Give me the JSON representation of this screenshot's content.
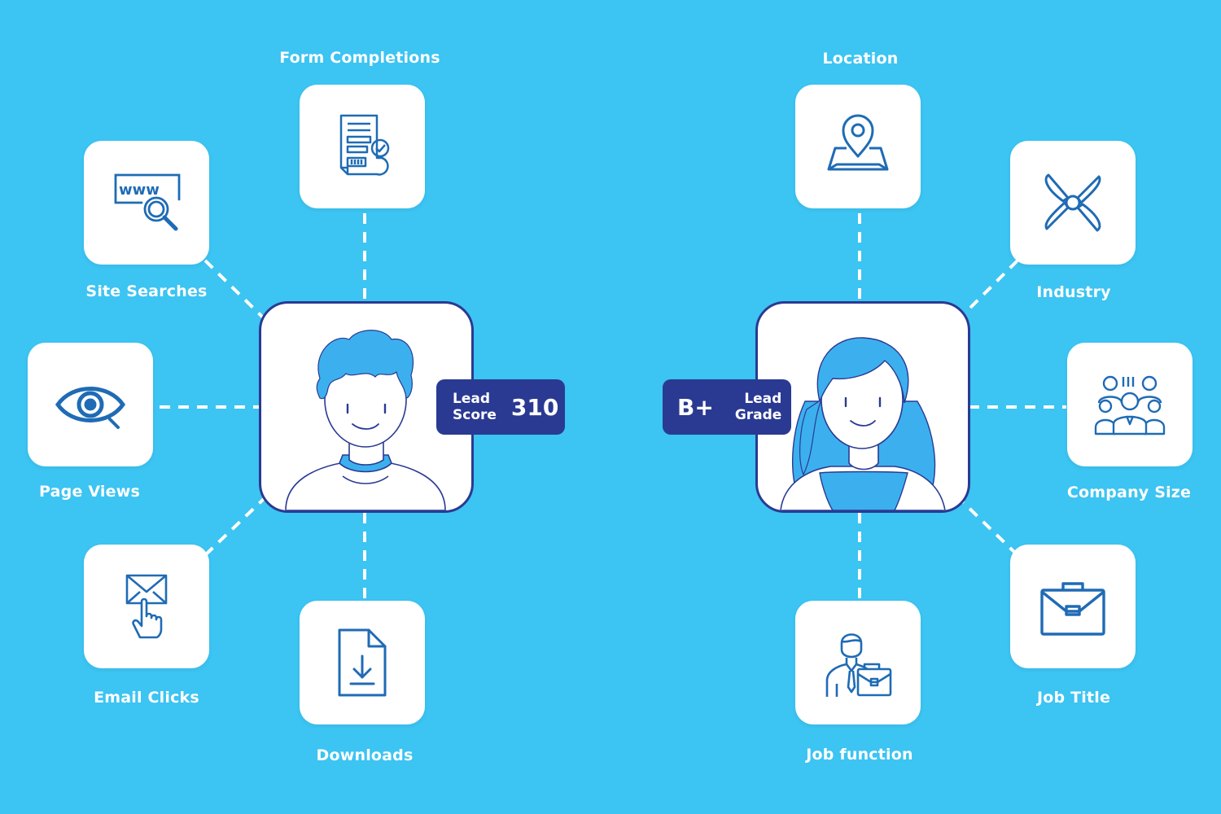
{
  "left": {
    "nodes": [
      {
        "label": "Form Completions",
        "icon": "form-icon"
      },
      {
        "label": "Site Searches",
        "icon": "www-search-icon"
      },
      {
        "label": "Page Views",
        "icon": "eye-icon"
      },
      {
        "label": "Email Clicks",
        "icon": "email-click-icon"
      },
      {
        "label": "Downloads",
        "icon": "download-icon"
      }
    ],
    "badge": {
      "line1": "Lead",
      "line2": "Score",
      "value": "310"
    }
  },
  "right": {
    "nodes": [
      {
        "label": "Location",
        "icon": "location-pin-icon"
      },
      {
        "label": "Industry",
        "icon": "industry-fan-icon"
      },
      {
        "label": "Company Size",
        "icon": "team-icon"
      },
      {
        "label": "Job Title",
        "icon": "briefcase-icon"
      },
      {
        "label": "Job function",
        "icon": "businessman-icon"
      }
    ],
    "badge": {
      "value": "B+",
      "line1": "Lead",
      "line2": "Grade"
    }
  },
  "colors": {
    "background": "#3CC4F2",
    "icon_stroke": "#1F6BB5",
    "badge": "#2A3A92",
    "avatar_border": "#2A3A92",
    "hair": "#3CB0EE"
  }
}
